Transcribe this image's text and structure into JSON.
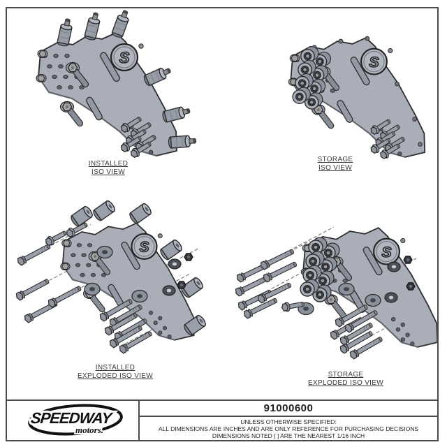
{
  "drawing": {
    "emblem_letter": "S",
    "views": [
      {
        "name": "installed-iso",
        "line1": "INSTALLED",
        "line2": "ISO VIEW"
      },
      {
        "name": "storage-iso",
        "line1": "STORAGE",
        "line2": "ISO VIEW"
      },
      {
        "name": "installed-exploded-iso",
        "line1": "INSTALLED",
        "line2": "EXPLODED ISO VIEW"
      },
      {
        "name": "storage-exploded-iso",
        "line1": "STORAGE",
        "line2": "EXPLODED ISO VIEW"
      }
    ]
  },
  "title_block": {
    "part_number": "91000600",
    "notes": [
      "UNLESS OTHERWISE SPECIFIED:",
      "ALL DIMENSIONS ARE INCHES AND ARE ONLY REFERENCE FOR PURCHASING DECISIONS",
      "DIMENSIONS NOTED [ ] ARE THE NEAREST 1/16 INCH"
    ],
    "logo_primary": "SPEEDWAY",
    "logo_secondary": "motors."
  },
  "colors": {
    "plate": "#a9aeb9",
    "outline": "#2b2b2b",
    "frame": "#4a4a4a",
    "text": "#2f2f2f"
  }
}
